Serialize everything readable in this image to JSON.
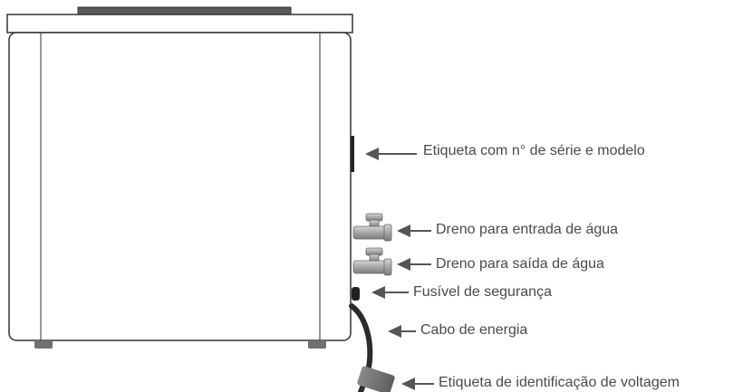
{
  "labels": {
    "serial_label": "Etiqueta com n° de série e modelo",
    "water_inlet_drain": "Dreno para entrada de água",
    "water_outlet_drain": "Dreno para saída de água",
    "safety_fuse": "Fusível de segurança",
    "power_cable": "Cabo de energia",
    "voltage_label": "Etiqueta de identificação de voltagem"
  },
  "colors": {
    "outline": "#333333",
    "arrow": "#555555",
    "text": "#4a4a4a",
    "valve": "#a8a8a8",
    "cable": "#2b2b2b",
    "feet": "#6f6f6f"
  }
}
